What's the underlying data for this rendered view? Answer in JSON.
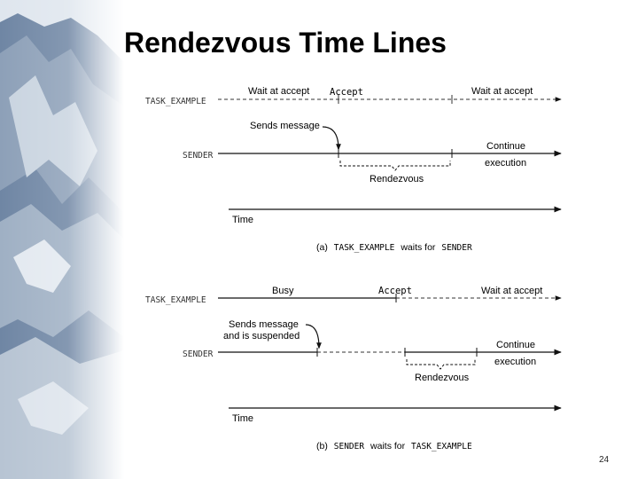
{
  "slide": {
    "title": "Rendezvous Time Lines",
    "page_number": "24"
  },
  "diagram_a": {
    "task_label": "TASK_EXAMPLE",
    "sender_label": "SENDER",
    "time_label": "Time",
    "wait_at_accept_1": "Wait at accept",
    "accept": "Accept",
    "wait_at_accept_2": "Wait at accept",
    "sends_message": "Sends message",
    "continue": "Continue",
    "execution": "execution",
    "rendezvous": "Rendezvous",
    "caption_prefix": "(a)",
    "caption_task": "TASK_EXAMPLE",
    "caption_mid": "waits for",
    "caption_sender": "SENDER"
  },
  "diagram_b": {
    "task_label": "TASK_EXAMPLE",
    "sender_label": "SENDER",
    "time_label": "Time",
    "busy": "Busy",
    "accept": "Accept",
    "wait_at_accept": "Wait at accept",
    "sends_message_line1": "Sends message",
    "sends_message_line2": "and is suspended",
    "continue": "Continue",
    "execution": "execution",
    "rendezvous": "Rendezvous",
    "caption_prefix": "(b)",
    "caption_sender": "SENDER",
    "caption_mid": "waits for",
    "caption_task": "TASK_EXAMPLE"
  }
}
